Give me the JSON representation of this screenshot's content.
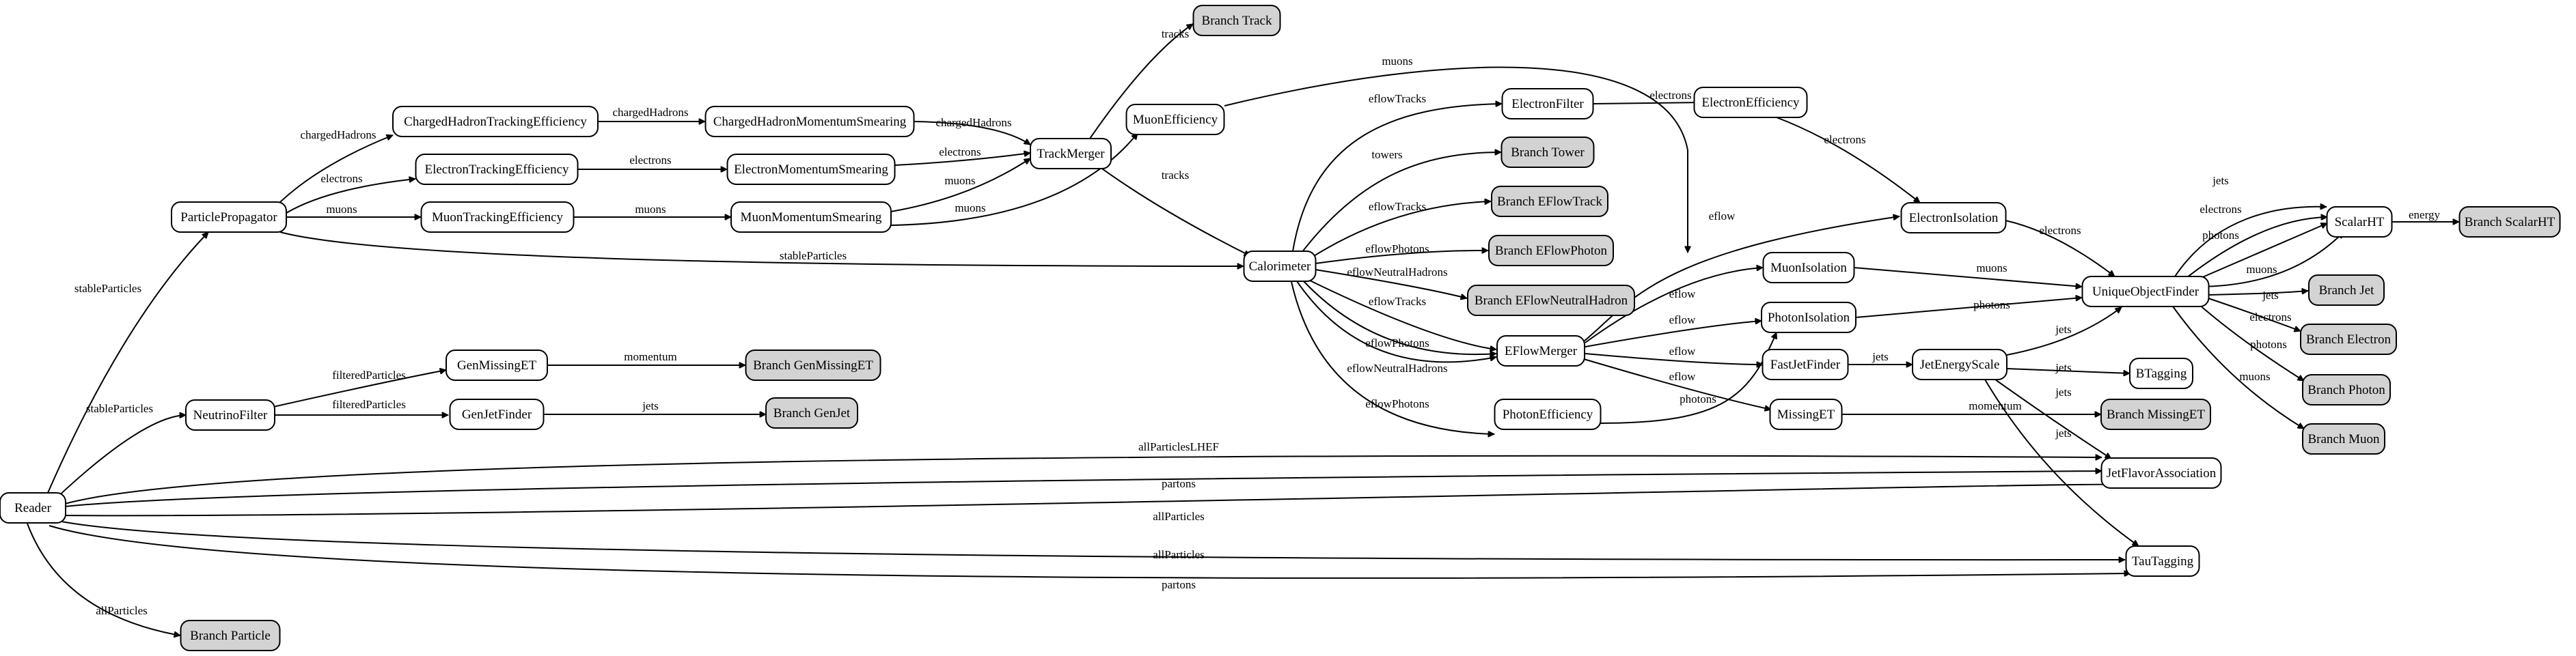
{
  "diagram": {
    "nodes": [
      {
        "id": "reader",
        "label": "Reader",
        "branch": false
      },
      {
        "id": "particle_propagator",
        "label": "ParticlePropagator",
        "branch": false
      },
      {
        "id": "neutrino_filter",
        "label": "NeutrinoFilter",
        "branch": false
      },
      {
        "id": "branch_particle",
        "label": "Branch Particle",
        "branch": true
      },
      {
        "id": "charged_hadron_tracking_efficiency",
        "label": "ChargedHadronTrackingEfficiency",
        "branch": false
      },
      {
        "id": "electron_tracking_efficiency",
        "label": "ElectronTrackingEfficiency",
        "branch": false
      },
      {
        "id": "muon_tracking_efficiency",
        "label": "MuonTrackingEfficiency",
        "branch": false
      },
      {
        "id": "gen_missing_et",
        "label": "GenMissingET",
        "branch": false
      },
      {
        "id": "gen_jet_finder",
        "label": "GenJetFinder",
        "branch": false
      },
      {
        "id": "charged_hadron_momentum_smearing",
        "label": "ChargedHadronMomentumSmearing",
        "branch": false
      },
      {
        "id": "electron_momentum_smearing",
        "label": "ElectronMomentumSmearing",
        "branch": false
      },
      {
        "id": "muon_momentum_smearing",
        "label": "MuonMomentumSmearing",
        "branch": false
      },
      {
        "id": "branch_gen_missing_et",
        "label": "Branch GenMissingET",
        "branch": true
      },
      {
        "id": "branch_gen_jet",
        "label": "Branch GenJet",
        "branch": true
      },
      {
        "id": "track_merger",
        "label": "TrackMerger",
        "branch": false
      },
      {
        "id": "branch_track",
        "label": "Branch Track",
        "branch": true
      },
      {
        "id": "muon_efficiency",
        "label": "MuonEfficiency",
        "branch": false
      },
      {
        "id": "calorimeter",
        "label": "Calorimeter",
        "branch": false
      },
      {
        "id": "electron_filter",
        "label": "ElectronFilter",
        "branch": false
      },
      {
        "id": "branch_tower",
        "label": "Branch Tower",
        "branch": true
      },
      {
        "id": "branch_eflow_track",
        "label": "Branch EFlowTrack",
        "branch": true
      },
      {
        "id": "branch_eflow_photon",
        "label": "Branch EFlowPhoton",
        "branch": true
      },
      {
        "id": "branch_eflow_neutral_hadron",
        "label": "Branch EFlowNeutralHadron",
        "branch": true
      },
      {
        "id": "eflow_merger",
        "label": "EFlowMerger",
        "branch": false
      },
      {
        "id": "photon_efficiency",
        "label": "PhotonEfficiency",
        "branch": false
      },
      {
        "id": "electron_efficiency",
        "label": "ElectronEfficiency",
        "branch": false
      },
      {
        "id": "muon_isolation",
        "label": "MuonIsolation",
        "branch": false
      },
      {
        "id": "photon_isolation",
        "label": "PhotonIsolation",
        "branch": false
      },
      {
        "id": "fast_jet_finder",
        "label": "FastJetFinder",
        "branch": false
      },
      {
        "id": "missing_et",
        "label": "MissingET",
        "branch": false
      },
      {
        "id": "electron_isolation",
        "label": "ElectronIsolation",
        "branch": false
      },
      {
        "id": "jet_energy_scale",
        "label": "JetEnergyScale",
        "branch": false
      },
      {
        "id": "branch_missing_et",
        "label": "Branch MissingET",
        "branch": true
      },
      {
        "id": "unique_object_finder",
        "label": "UniqueObjectFinder",
        "branch": false
      },
      {
        "id": "btagging",
        "label": "BTagging",
        "branch": false
      },
      {
        "id": "jet_flavor_association",
        "label": "JetFlavorAssociation",
        "branch": false
      },
      {
        "id": "tau_tagging",
        "label": "TauTagging",
        "branch": false
      },
      {
        "id": "scalar_ht",
        "label": "ScalarHT",
        "branch": false
      },
      {
        "id": "branch_jet",
        "label": "Branch Jet",
        "branch": true
      },
      {
        "id": "branch_electron",
        "label": "Branch Electron",
        "branch": true
      },
      {
        "id": "branch_photon",
        "label": "Branch Photon",
        "branch": true
      },
      {
        "id": "branch_muon",
        "label": "Branch Muon",
        "branch": true
      },
      {
        "id": "branch_scalar_ht",
        "label": "Branch ScalarHT",
        "branch": true
      }
    ],
    "edges": [
      {
        "from": "reader",
        "to": "particle_propagator",
        "label": "stableParticles"
      },
      {
        "from": "reader",
        "to": "neutrino_filter",
        "label": "stableParticles"
      },
      {
        "from": "reader",
        "to": "branch_particle",
        "label": "allParticles"
      },
      {
        "from": "reader",
        "to": "jet_flavor_association",
        "label": "allParticlesLHEF"
      },
      {
        "from": "reader",
        "to": "jet_flavor_association",
        "label": "partons"
      },
      {
        "from": "reader",
        "to": "jet_flavor_association",
        "label": "allParticles"
      },
      {
        "from": "reader",
        "to": "tau_tagging",
        "label": "allParticles"
      },
      {
        "from": "reader",
        "to": "tau_tagging",
        "label": "partons"
      },
      {
        "from": "particle_propagator",
        "to": "charged_hadron_tracking_efficiency",
        "label": "chargedHadrons"
      },
      {
        "from": "particle_propagator",
        "to": "electron_tracking_efficiency",
        "label": "electrons"
      },
      {
        "from": "particle_propagator",
        "to": "muon_tracking_efficiency",
        "label": "muons"
      },
      {
        "from": "particle_propagator",
        "to": "calorimeter",
        "label": "stableParticles"
      },
      {
        "from": "neutrino_filter",
        "to": "gen_missing_et",
        "label": "filteredParticles"
      },
      {
        "from": "neutrino_filter",
        "to": "gen_jet_finder",
        "label": "filteredParticles"
      },
      {
        "from": "charged_hadron_tracking_efficiency",
        "to": "charged_hadron_momentum_smearing",
        "label": "chargedHadrons"
      },
      {
        "from": "electron_tracking_efficiency",
        "to": "electron_momentum_smearing",
        "label": "electrons"
      },
      {
        "from": "muon_tracking_efficiency",
        "to": "muon_momentum_smearing",
        "label": "muons"
      },
      {
        "from": "gen_missing_et",
        "to": "branch_gen_missing_et",
        "label": "momentum"
      },
      {
        "from": "gen_jet_finder",
        "to": "branch_gen_jet",
        "label": "jets"
      },
      {
        "from": "charged_hadron_momentum_smearing",
        "to": "track_merger",
        "label": "chargedHadrons"
      },
      {
        "from": "electron_momentum_smearing",
        "to": "track_merger",
        "label": "electrons"
      },
      {
        "from": "muon_momentum_smearing",
        "to": "track_merger",
        "label": "muons"
      },
      {
        "from": "muon_momentum_smearing",
        "to": "muon_efficiency",
        "label": "muons"
      },
      {
        "from": "track_merger",
        "to": "branch_track",
        "label": "tracks"
      },
      {
        "from": "track_merger",
        "to": "calorimeter",
        "label": "tracks"
      },
      {
        "from": "muon_efficiency",
        "to": "muon_isolation",
        "label": "muons"
      },
      {
        "from": "calorimeter",
        "to": "electron_filter",
        "label": "eflowTracks"
      },
      {
        "from": "calorimeter",
        "to": "branch_tower",
        "label": "towers"
      },
      {
        "from": "calorimeter",
        "to": "branch_eflow_track",
        "label": "eflowTracks"
      },
      {
        "from": "calorimeter",
        "to": "branch_eflow_photon",
        "label": "eflowPhotons"
      },
      {
        "from": "calorimeter",
        "to": "branch_eflow_neutral_hadron",
        "label": "eflowNeutralHadrons"
      },
      {
        "from": "calorimeter",
        "to": "eflow_merger",
        "label": "eflowTracks"
      },
      {
        "from": "calorimeter",
        "to": "eflow_merger",
        "label": "eflowPhotons"
      },
      {
        "from": "calorimeter",
        "to": "eflow_merger",
        "label": "eflowNeutralHadrons"
      },
      {
        "from": "calorimeter",
        "to": "photon_efficiency",
        "label": "eflowPhotons"
      },
      {
        "from": "electron_filter",
        "to": "electron_efficiency",
        "label": "electrons"
      },
      {
        "from": "electron_efficiency",
        "to": "electron_isolation",
        "label": "electrons"
      },
      {
        "from": "eflow_merger",
        "to": "electron_isolation",
        "label": "eflow"
      },
      {
        "from": "eflow_merger",
        "to": "muon_isolation",
        "label": "eflow"
      },
      {
        "from": "eflow_merger",
        "to": "photon_isolation",
        "label": "eflow"
      },
      {
        "from": "eflow_merger",
        "to": "fast_jet_finder",
        "label": "eflow"
      },
      {
        "from": "eflow_merger",
        "to": "missing_et",
        "label": "eflow"
      },
      {
        "from": "photon_efficiency",
        "to": "photon_isolation",
        "label": "photons"
      },
      {
        "from": "electron_isolation",
        "to": "unique_object_finder",
        "label": "electrons"
      },
      {
        "from": "muon_isolation",
        "to": "unique_object_finder",
        "label": "muons"
      },
      {
        "from": "photon_isolation",
        "to": "unique_object_finder",
        "label": "photons"
      },
      {
        "from": "fast_jet_finder",
        "to": "jet_energy_scale",
        "label": "jets"
      },
      {
        "from": "missing_et",
        "to": "branch_missing_et",
        "label": "momentum"
      },
      {
        "from": "jet_energy_scale",
        "to": "unique_object_finder",
        "label": "jets"
      },
      {
        "from": "jet_energy_scale",
        "to": "btagging",
        "label": "jets"
      },
      {
        "from": "jet_energy_scale",
        "to": "jet_flavor_association",
        "label": "jets"
      },
      {
        "from": "jet_energy_scale",
        "to": "tau_tagging",
        "label": "jets"
      },
      {
        "from": "unique_object_finder",
        "to": "scalar_ht",
        "label": "jets"
      },
      {
        "from": "unique_object_finder",
        "to": "scalar_ht",
        "label": "electrons"
      },
      {
        "from": "unique_object_finder",
        "to": "scalar_ht",
        "label": "photons"
      },
      {
        "from": "unique_object_finder",
        "to": "scalar_ht",
        "label": "muons"
      },
      {
        "from": "unique_object_finder",
        "to": "branch_jet",
        "label": "jets"
      },
      {
        "from": "unique_object_finder",
        "to": "branch_electron",
        "label": "electrons"
      },
      {
        "from": "unique_object_finder",
        "to": "branch_photon",
        "label": "photons"
      },
      {
        "from": "unique_object_finder",
        "to": "branch_muon",
        "label": "muons"
      },
      {
        "from": "scalar_ht",
        "to": "branch_scalar_ht",
        "label": "energy"
      }
    ]
  },
  "colors": {
    "branch_fill": "#d3d3d3",
    "node_fill": "#ffffff",
    "stroke": "#000000"
  }
}
